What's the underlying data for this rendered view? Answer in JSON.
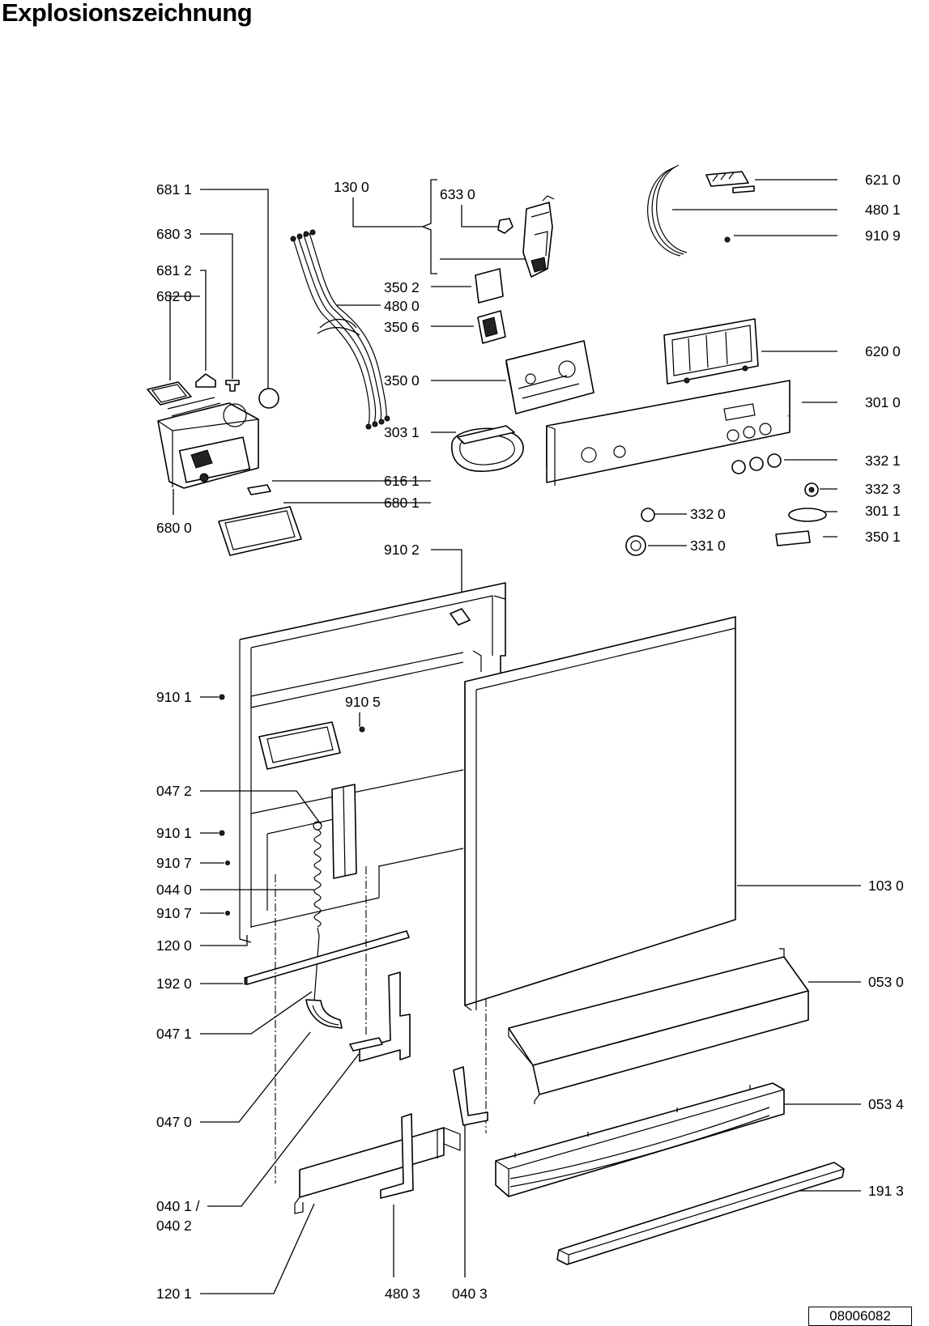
{
  "title": "Explosionszeichnung",
  "doc_number": "08006082",
  "labels": [
    {
      "id": "681-1",
      "text": "681 1"
    },
    {
      "id": "680-3",
      "text": "680 3"
    },
    {
      "id": "681-2",
      "text": "681 2"
    },
    {
      "id": "682-0",
      "text": "682 0"
    },
    {
      "id": "680-0",
      "text": "680 0"
    },
    {
      "id": "130-0",
      "text": "130 0"
    },
    {
      "id": "633-0",
      "text": "633 0"
    },
    {
      "id": "350-2",
      "text": "350 2"
    },
    {
      "id": "480-0",
      "text": "480 0"
    },
    {
      "id": "350-6",
      "text": "350 6"
    },
    {
      "id": "350-0",
      "text": "350 0"
    },
    {
      "id": "303-1",
      "text": "303 1"
    },
    {
      "id": "616-1",
      "text": "616 1"
    },
    {
      "id": "680-1",
      "text": "680 1"
    },
    {
      "id": "621-0",
      "text": "621 0"
    },
    {
      "id": "480-1",
      "text": "480 1"
    },
    {
      "id": "910-9",
      "text": "910 9"
    },
    {
      "id": "620-0",
      "text": "620 0"
    },
    {
      "id": "301-0",
      "text": "301 0"
    },
    {
      "id": "332-1",
      "text": "332 1"
    },
    {
      "id": "332-3",
      "text": "332 3"
    },
    {
      "id": "332-0",
      "text": "332 0"
    },
    {
      "id": "301-1",
      "text": "301 1"
    },
    {
      "id": "350-1",
      "text": "350 1"
    },
    {
      "id": "331-0",
      "text": "331 0"
    },
    {
      "id": "910-2",
      "text": "910 2"
    },
    {
      "id": "910-1a",
      "text": "910 1"
    },
    {
      "id": "910-5",
      "text": "910 5"
    },
    {
      "id": "047-2",
      "text": "047 2"
    },
    {
      "id": "910-1b",
      "text": "910 1"
    },
    {
      "id": "910-7a",
      "text": "910 7"
    },
    {
      "id": "044-0",
      "text": "044 0"
    },
    {
      "id": "910-7b",
      "text": "910 7"
    },
    {
      "id": "120-0",
      "text": "120 0"
    },
    {
      "id": "192-0",
      "text": "192 0"
    },
    {
      "id": "047-1",
      "text": "047 1"
    },
    {
      "id": "047-0",
      "text": "047 0"
    },
    {
      "id": "040-1",
      "text": "040 1 /"
    },
    {
      "id": "040-2",
      "text": "040 2"
    },
    {
      "id": "120-1",
      "text": "120 1"
    },
    {
      "id": "480-3",
      "text": "480 3"
    },
    {
      "id": "040-3",
      "text": "040 3"
    },
    {
      "id": "103-0",
      "text": "103 0"
    },
    {
      "id": "053-0",
      "text": "053 0"
    },
    {
      "id": "053-4",
      "text": "053 4"
    },
    {
      "id": "191-3",
      "text": "191 3"
    }
  ]
}
